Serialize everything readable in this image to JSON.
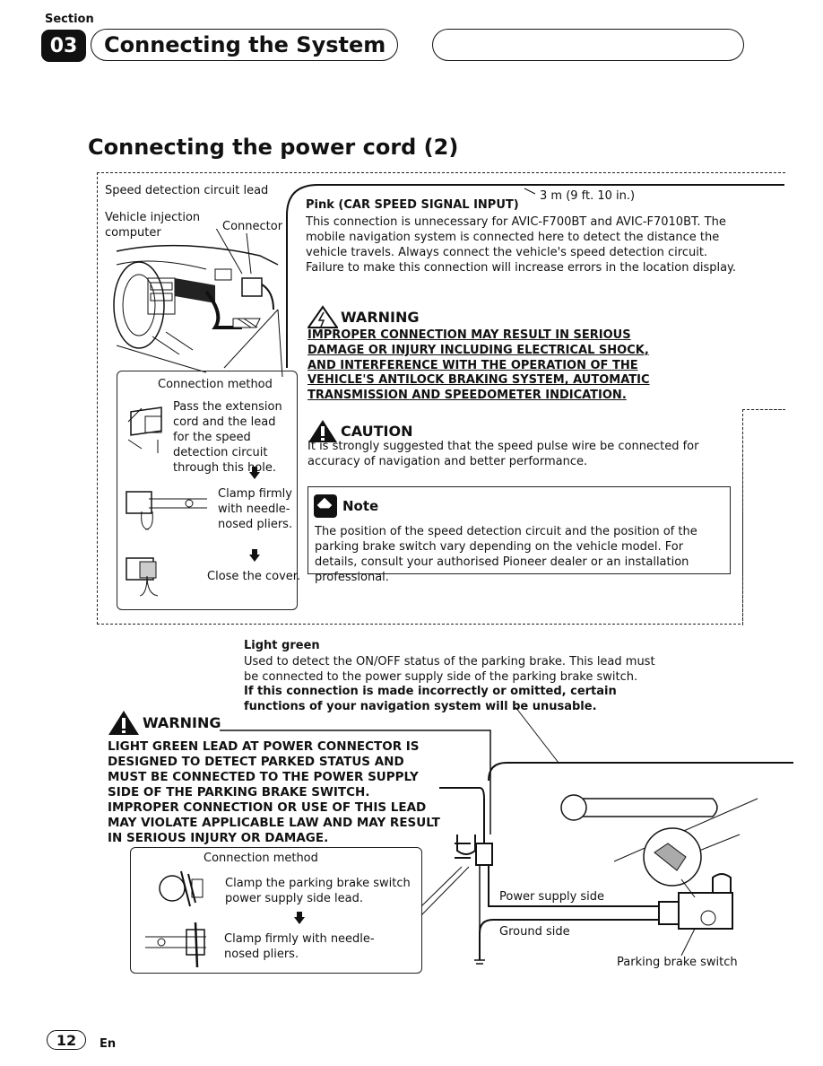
{
  "section": {
    "label": "Section",
    "number": "03",
    "title": "Connecting the System"
  },
  "page_title": "Connecting the power cord (2)",
  "top": {
    "speed_label": "Speed detection circuit lead",
    "vehicle_label": "Vehicle injection computer",
    "connector_label": "Connector",
    "length_label": "3 m (9 ft. 10 in.)",
    "pink_heading": "Pink (CAR SPEED SIGNAL INPUT)",
    "pink_text": "This connection is unnecessary for AVIC-F700BT and AVIC-F7010BT. The mobile navigation system is connected here to detect the distance the vehicle travels. Always connect the vehicle's speed detection circuit. Failure to make this connection will increase errors in the location display.",
    "warning_title": "WARNING",
    "warning_text": "IMPROPER CONNECTION MAY RESULT IN SERIOUS DAMAGE OR INJURY INCLUDING ELECTRICAL SHOCK, AND INTERFERENCE WITH THE OPERATION OF THE VEHICLE'S ANTILOCK BRAKING SYSTEM, AUTOMATIC TRANSMISSION AND SPEEDOMETER INDICATION.",
    "caution_title": "CAUTION",
    "caution_text": "It is strongly suggested that the speed pulse wire be connected for accuracy of navigation and better performance.",
    "note_title": "Note",
    "note_text": "The position of the speed detection circuit and the position of the parking brake switch vary depending on the vehicle model. For details, consult your authorised Pioneer dealer or an installation professional.",
    "method_title": "Connection method",
    "step1": "Pass the extension cord and the lead for the speed detection circuit through this hole.",
    "step2": "Clamp firmly with needle-nosed pliers.",
    "step3": "Close the cover."
  },
  "bottom": {
    "lg_heading": "Light green",
    "lg_text": "Used to detect the ON/OFF status of the parking brake. This lead must be connected to the power supply side of the parking brake switch.",
    "lg_bold": "If this connection is made incorrectly or omitted, certain functions of your navigation system will be unusable.",
    "warning_title": "WARNING",
    "warning_text": "LIGHT GREEN LEAD AT POWER CONNECTOR IS DESIGNED TO DETECT PARKED STATUS AND MUST BE CONNECTED TO THE POWER SUPPLY SIDE OF THE PARKING BRAKE SWITCH. IMPROPER CONNECTION OR USE OF THIS LEAD MAY VIOLATE APPLICABLE LAW AND MAY RESULT IN SERIOUS INJURY OR DAMAGE.",
    "method_title": "Connection method",
    "step1": "Clamp the parking brake switch power supply side lead.",
    "step2": "Clamp firmly with needle-nosed pliers.",
    "power_label": "Power supply side",
    "ground_label": "Ground side",
    "switch_label": "Parking brake switch"
  },
  "footer": {
    "page": "12",
    "lang": "En"
  }
}
